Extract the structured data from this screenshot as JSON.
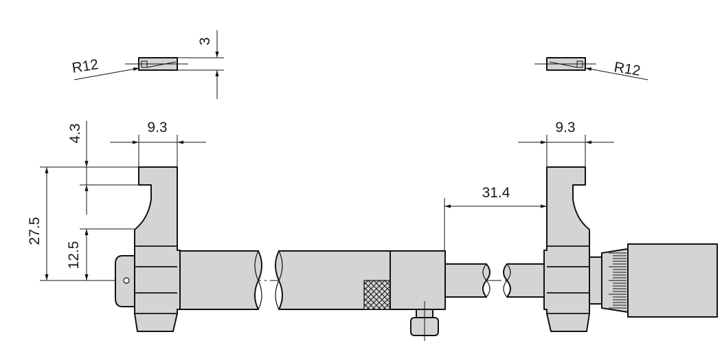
{
  "dimensions": {
    "tip_thickness": "3",
    "tip_radius_left": "R12",
    "tip_radius_right": "R12",
    "jaw_width_left": "9.3",
    "jaw_width_right": "9.3",
    "hook_height": "4.3",
    "overall_height": "27.5",
    "axis_height": "12.5",
    "jaw_offset": "31.4"
  }
}
